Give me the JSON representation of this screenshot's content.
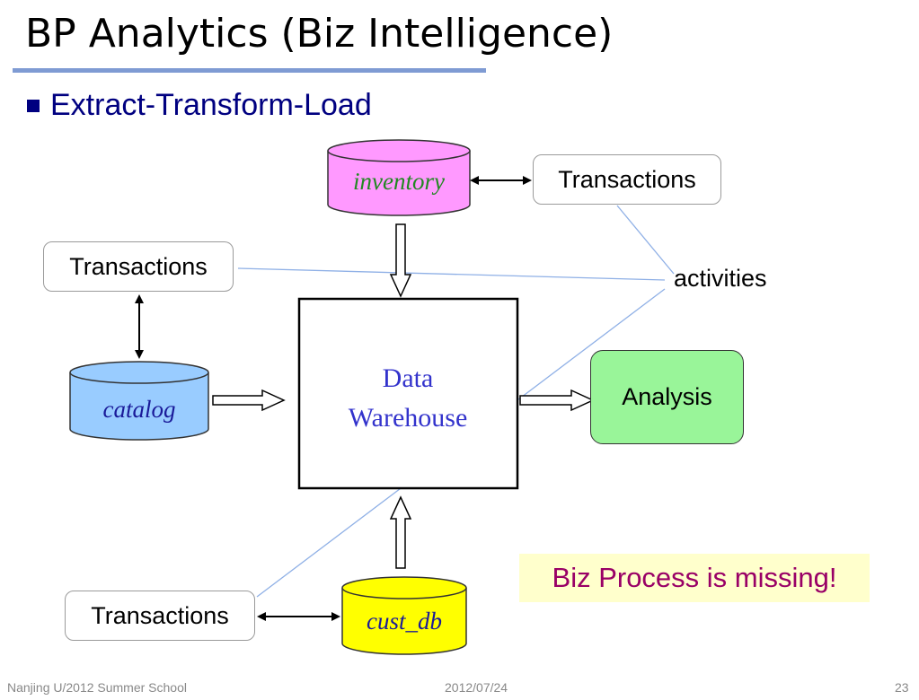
{
  "slide": {
    "title": "BP Analytics (Biz Intelligence)",
    "bullet": "Extract-Transform-Load"
  },
  "diagram": {
    "databases": {
      "inventory": "inventory",
      "catalog": "catalog",
      "cust_db": "cust_db"
    },
    "transactions_top": "Transactions",
    "transactions_left": "Transactions",
    "transactions_bottom": "Transactions",
    "warehouse_line1": "Data",
    "warehouse_line2": "Warehouse",
    "analysis": "Analysis",
    "activities": "activities",
    "note": "Biz Process is missing!"
  },
  "colors": {
    "title_rule": "#7f9bd3",
    "bullet_text": "#000080",
    "inventory_fill": "#ff99ff",
    "catalog_fill": "#99ccff",
    "cust_db_fill": "#ffff00",
    "analysis_fill": "#99f599",
    "warehouse_text": "#3333cc",
    "db_label_green": "#228822",
    "db_label_blue": "#1a1a99",
    "note_text": "#990066",
    "note_bg": "#ffffcc",
    "leader_lines": "#8fb0e6"
  },
  "footer": {
    "left": "Nanjing U/2012 Summer School",
    "center": "2012/07/24",
    "right": "23"
  }
}
